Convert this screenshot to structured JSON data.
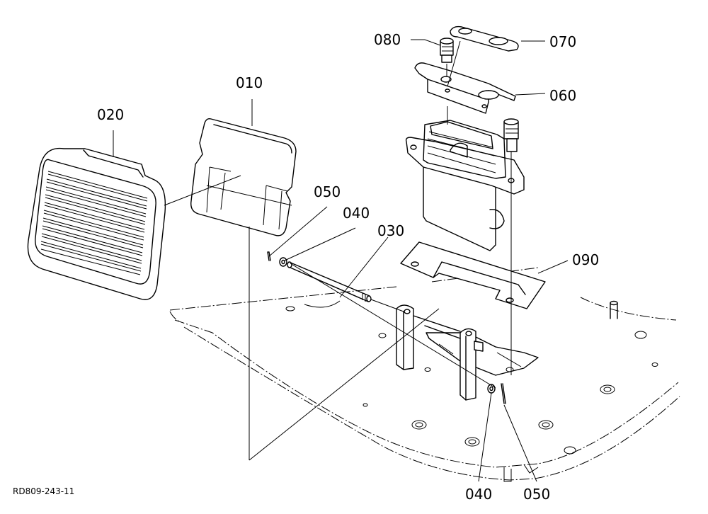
{
  "diagram": {
    "drawing_code": "RD809-243-11",
    "parts": [
      {
        "id": "p010",
        "label": "010"
      },
      {
        "id": "p020",
        "label": "020"
      },
      {
        "id": "p030",
        "label": "030"
      },
      {
        "id": "p040a",
        "label": "040"
      },
      {
        "id": "p040b",
        "label": "040"
      },
      {
        "id": "p050a",
        "label": "050"
      },
      {
        "id": "p050b",
        "label": "050"
      },
      {
        "id": "p060",
        "label": "060"
      },
      {
        "id": "p070",
        "label": "070"
      },
      {
        "id": "p080",
        "label": "080"
      },
      {
        "id": "p090",
        "label": "090"
      }
    ]
  }
}
